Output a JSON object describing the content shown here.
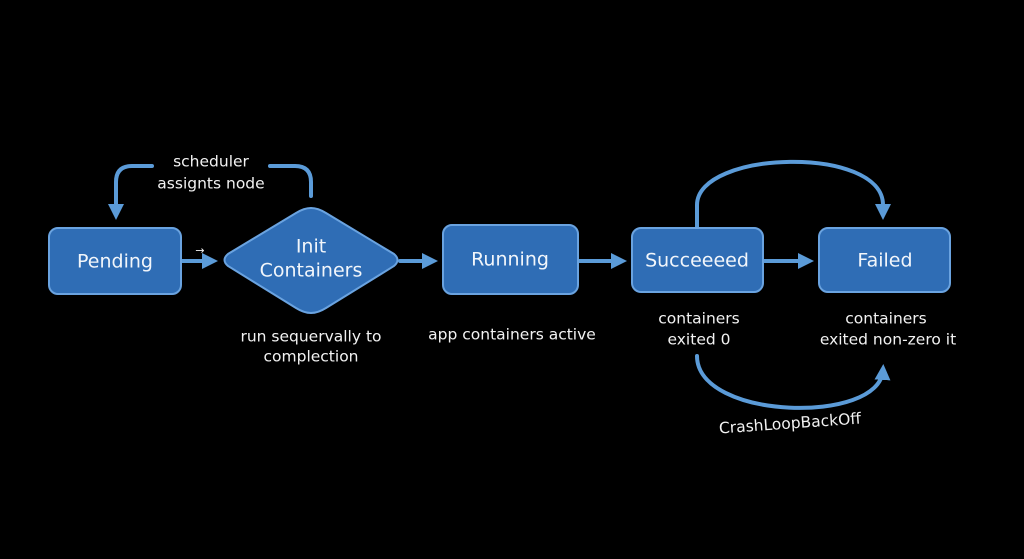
{
  "colors": {
    "background": "#000000",
    "node_fill": "#2f6db5",
    "node_border": "#6aa3e0",
    "edge": "#5b9bd8",
    "text": "#f2f6fb"
  },
  "nodes": {
    "pending": {
      "label": "Pending"
    },
    "init": {
      "label_line1": "Init",
      "label_line2": "Containers"
    },
    "running": {
      "label": "Running"
    },
    "succeeded": {
      "label": "Succeeeed"
    },
    "failed": {
      "label": "Failed"
    }
  },
  "descriptions": {
    "init": {
      "line1": "run sequervally to",
      "line2": "complection"
    },
    "running": {
      "line1": "app containers active"
    },
    "succeeded": {
      "line1": "containers",
      "line2": "exited 0"
    },
    "failed": {
      "line1": "containers",
      "line2": "exited non-zero it"
    }
  },
  "edges": {
    "scheduler": {
      "line1": "scheduler",
      "line2": "assignts node"
    },
    "pending_to_init_glyph": "→",
    "crashloop": {
      "label": "CrashLoopBackOff"
    }
  }
}
